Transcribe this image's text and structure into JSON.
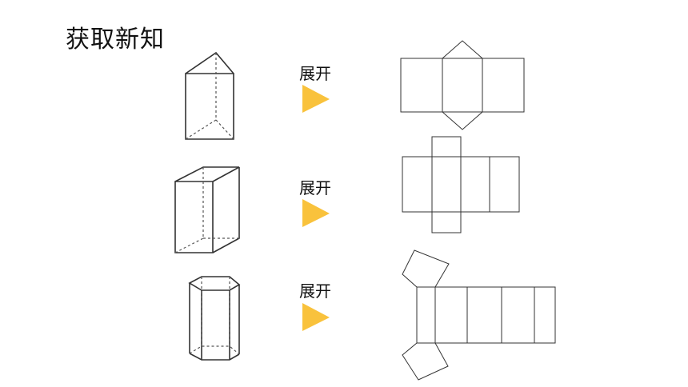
{
  "page": {
    "title": "获取新知",
    "rows": [
      {
        "solid": "triangular-prism",
        "action": "展开",
        "arrow_color": "#f9c23c",
        "net": "triangular-prism-net"
      },
      {
        "solid": "rectangular-prism",
        "action": "展开",
        "arrow_color": "#f9c23c",
        "net": "rectangular-prism-net"
      },
      {
        "solid": "hexagonal-prism",
        "action": "展开",
        "arrow_color": "#f9c23c",
        "net": "pentagonal-prism-net"
      }
    ]
  }
}
